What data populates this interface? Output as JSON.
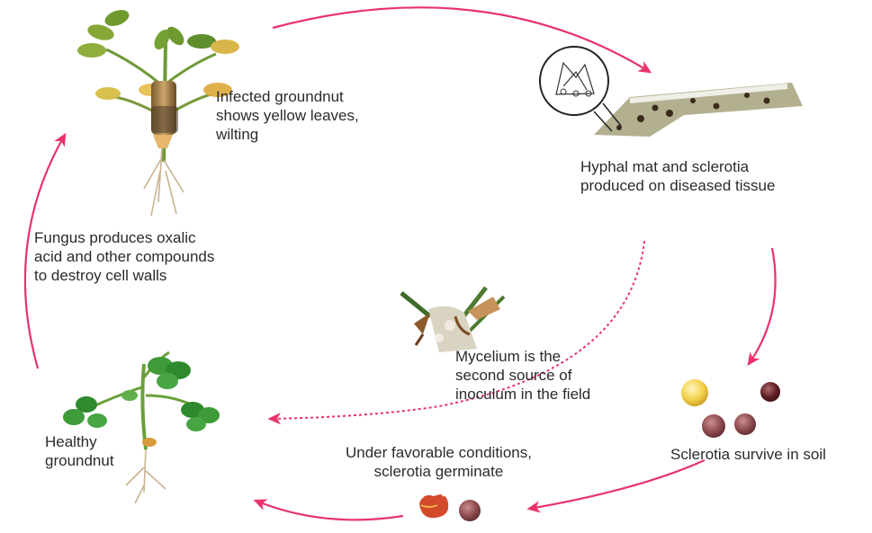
{
  "diagram": {
    "accent_color": "#e8336a",
    "nodes": {
      "infected_groundnut": {
        "lines": [
          "Infected groundnut",
          "shows yellow leaves,",
          "wilting"
        ],
        "icon": "wilting-peanut-plant-icon"
      },
      "hyphal_mat": {
        "lines": [
          "Hyphal mat and sclerotia",
          "produced on diseased tissue"
        ],
        "icon": "diseased-stem-icon"
      },
      "sclerotia_survive": {
        "lines": [
          "Sclerotia survive in soil"
        ],
        "icon": "sclerotia-icon"
      },
      "sclerotia_germinate": {
        "lines": [
          "Under favorable conditions,",
          "sclerotia germinate"
        ],
        "icon": "germinating-sclerotia-icon"
      },
      "healthy_groundnut": {
        "lines": [
          "Healthy",
          "groundnut"
        ],
        "icon": "healthy-peanut-plant-icon"
      },
      "fungus_oxalic": {
        "lines": [
          "Fungus produces oxalic",
          "acid and other compounds",
          "to destroy cell walls"
        ]
      },
      "mycelium": {
        "lines": [
          "Mycelium is the",
          "second source of",
          "inoculum in the field"
        ],
        "icon": "mycelium-stem-icon"
      }
    }
  }
}
